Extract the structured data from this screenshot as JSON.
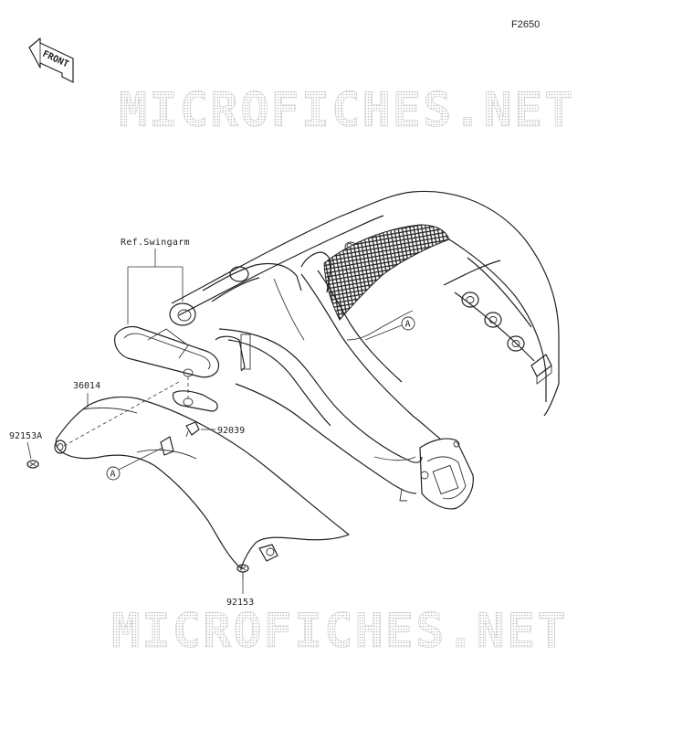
{
  "figure_code": "F2650",
  "front_arrow": {
    "label": "FRONT",
    "icon": "front-arrow-icon"
  },
  "watermark": "MICROFICHES.NET",
  "reference": "Ref.Swingarm",
  "callout_marker": "A",
  "parts": [
    {
      "number": "36014"
    },
    {
      "number": "92153A"
    },
    {
      "number": "92039"
    },
    {
      "number": "92153"
    }
  ],
  "colors": {
    "line": "#222222",
    "watermark": "#c8c8c8",
    "background": "#ffffff"
  }
}
